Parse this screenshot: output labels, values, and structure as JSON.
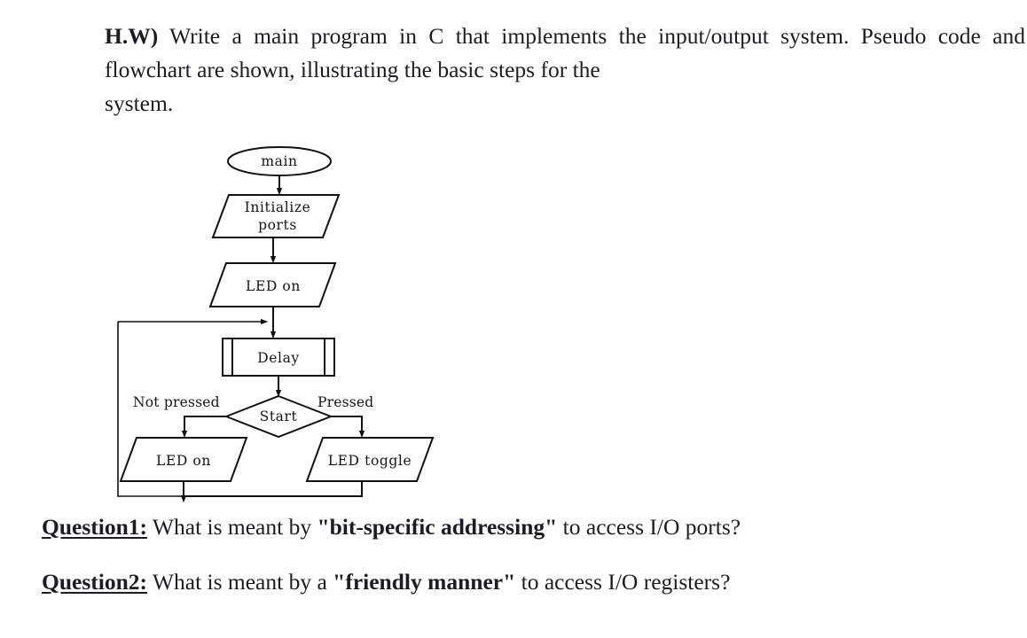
{
  "intro": {
    "label": "H.W)",
    "body": " Write a main program in C that implements the input/output system. Pseudo code and flowchart are shown, illustrating the basic steps for the",
    "last_line": "system."
  },
  "flowchart": {
    "nodes": {
      "terminator": "main",
      "init_ports_line1": "Initialize",
      "init_ports_line2": "ports",
      "led_on_top": "LED on",
      "delay": "Delay",
      "decision": "Start",
      "led_on_left": "LED on",
      "led_toggle_right": "LED toggle"
    },
    "branches": {
      "left": "Not pressed",
      "right": "Pressed"
    },
    "stroke_color": "#111111",
    "fill_color": "#ffffff"
  },
  "questions": [
    {
      "label": "Question1:",
      "before": " What is meant by ",
      "quoted": "\"bit-specific addressing\"",
      "after": " to access I/O ports?"
    },
    {
      "label": "Question2:",
      "before": " What is meant by a ",
      "quoted": "\"friendly manner\"",
      "after": "  to access I/O registers?"
    }
  ]
}
